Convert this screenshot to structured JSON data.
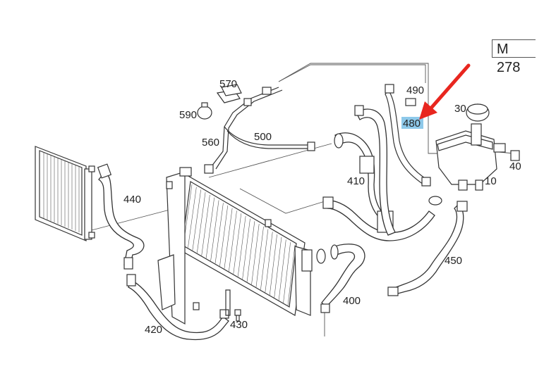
{
  "engine_code": "M 278",
  "highlight_color": "#8ec9ea",
  "arrow_color": "#e8261f",
  "labels": {
    "p10": "10",
    "p30": "30",
    "p40": "40",
    "p400": "400",
    "p410": "410",
    "p420": "420",
    "p430": "430",
    "p440": "440",
    "p450": "450",
    "p480": "480",
    "p490": "490",
    "p500": "500",
    "p560": "560",
    "p570": "570",
    "p590": "590"
  }
}
